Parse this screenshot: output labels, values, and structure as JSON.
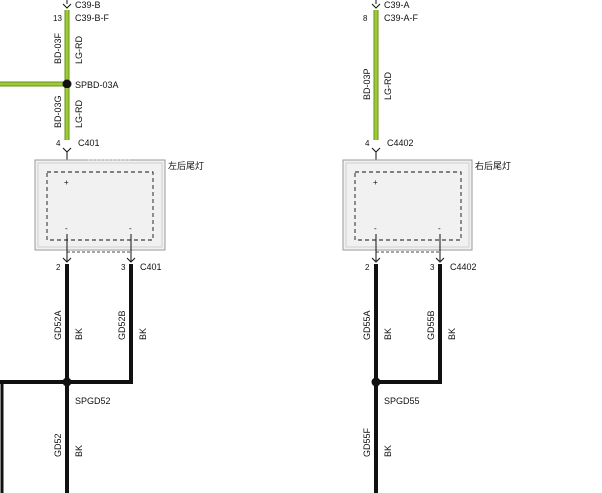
{
  "colors": {
    "wire_green": "#9acd32",
    "wire_green_dark": "#6b8e23",
    "wire_black": "#111111",
    "component_fill": "#f1f1f1",
    "component_border": "#9a9a9a"
  },
  "left": {
    "top_connector": "C39-B",
    "top_pin": "13",
    "top_connector_f": "C39-B-F",
    "wire1_circuit": "BD-03F",
    "wire1_color": "LG-RD",
    "splice": "SPBD-03A",
    "wire2_circuit": "BD-03G",
    "wire2_color": "LG-RD",
    "in_pin": "4",
    "in_connector": "C401",
    "plus_sign": "+",
    "component_name": "左后尾灯",
    "minus_left": "-",
    "minus_right": "-",
    "out_pin_a": "2",
    "out_pin_b": "3",
    "out_connector": "C401",
    "wire3_circuit": "GD52A",
    "wire3_color": "BK",
    "wire4_circuit": "GD52B",
    "wire4_color": "BK",
    "ground_splice": "SPGD52",
    "wire5_circuit": "GD52",
    "wire5_color": "BK"
  },
  "right": {
    "top_connector": "C39-A",
    "top_pin": "8",
    "top_connector_f": "C39-A-F",
    "wire1_circuit": "BD-03P",
    "wire1_color": "LG-RD",
    "in_pin": "4",
    "in_connector": "C4402",
    "plus_sign": "+",
    "component_name": "右后尾灯",
    "minus_left": "-",
    "minus_right": "-",
    "out_pin_a": "2",
    "out_pin_b": "3",
    "out_connector": "C4402",
    "wire3_circuit": "GD55A",
    "wire3_color": "BK",
    "wire4_circuit": "GD55B",
    "wire4_color": "BK",
    "ground_splice": "SPGD55",
    "wire5_circuit": "GD55F",
    "wire5_color": "BK"
  }
}
